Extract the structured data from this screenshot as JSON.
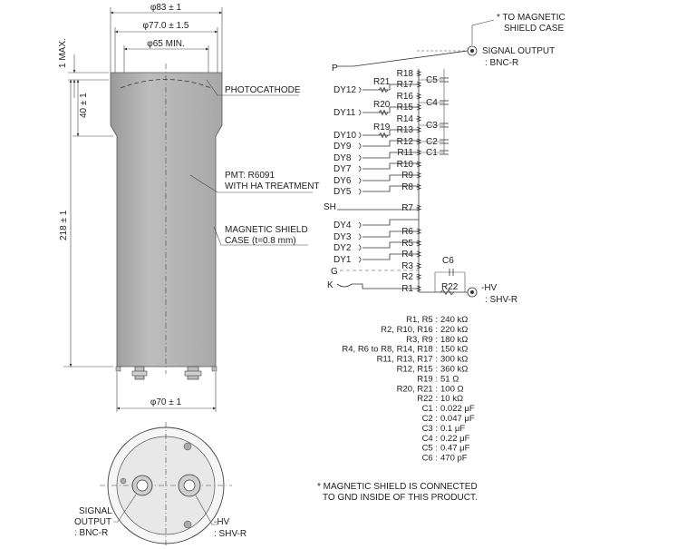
{
  "dimensions": {
    "outer_diameter": "φ83 ± 1",
    "inner_diameter": "φ77.0 ± 1.5",
    "photocathode_diameter": "φ65 MIN.",
    "top_margin": "1 MAX.",
    "head_length": "40 ± 1",
    "total_length": "218 ± 1",
    "base_diameter": "φ70 ± 1"
  },
  "callouts": {
    "photocathode": "PHOTOCATHODE",
    "pmt_line1": "PMT: R6091",
    "pmt_line2": "WITH HA TREATMENT",
    "shield_line1": "MAGNETIC SHIELD",
    "shield_line2": "CASE (t=0.8 mm)"
  },
  "bottom_view": {
    "signal_line1": "SIGNAL",
    "signal_line2": "OUTPUT",
    "signal_line3": ": BNC-R",
    "hv_line1": "-HV",
    "hv_line2": ": SHV-R"
  },
  "circuit": {
    "top_note_line1": "* TO MAGNETIC",
    "top_note_line2": "SHIELD CASE",
    "signal_output_line1": "SIGNAL OUTPUT",
    "signal_output_line2": ": BNC-R",
    "hv_line1": "-HV",
    "hv_line2": ": SHV-R",
    "p": "P",
    "sh": "SH",
    "g": "G",
    "k": "K",
    "dynodes": [
      "DY12",
      "DY11",
      "DY10",
      "DY9",
      "DY8",
      "DY7",
      "DY6",
      "DY5",
      "DY4",
      "DY3",
      "DY2",
      "DY1"
    ],
    "chain_resistors": [
      "R18",
      "R17",
      "R16",
      "R15",
      "R14",
      "R13",
      "R12",
      "R11",
      "R10",
      "R9",
      "R8",
      "R7",
      "R6",
      "R5",
      "R4",
      "R3",
      "R2",
      "R1"
    ],
    "damping_resistors": [
      "R21",
      "R20",
      "R19"
    ],
    "capacitors": [
      "C5",
      "C4",
      "C3",
      "C2",
      "C1"
    ],
    "c6": "C6",
    "r22": "R22"
  },
  "component_values": [
    {
      "ref": "R1, R5",
      "value": "240 kΩ"
    },
    {
      "ref": "R2, R10, R16",
      "value": "220 kΩ"
    },
    {
      "ref": "R3, R9",
      "value": "180 kΩ"
    },
    {
      "ref": "R4, R6 to R8, R14, R18",
      "value": "150 kΩ"
    },
    {
      "ref": "R11, R13, R17",
      "value": "300 kΩ"
    },
    {
      "ref": "R12, R15",
      "value": "360 kΩ"
    },
    {
      "ref": "R19",
      "value": "51 Ω"
    },
    {
      "ref": "R20, R21",
      "value": "100 Ω"
    },
    {
      "ref": "R22",
      "value": "10 kΩ"
    },
    {
      "ref": "C1",
      "value": "0.022 μF"
    },
    {
      "ref": "C2",
      "value": "0.047 μF"
    },
    {
      "ref": "C3",
      "value": "0.1 μF"
    },
    {
      "ref": "C4",
      "value": "0.22 μF"
    },
    {
      "ref": "C5",
      "value": "0.47 μF"
    },
    {
      "ref": "C6",
      "value": "470 pF"
    }
  ],
  "footnote_line1": "* MAGNETIC SHIELD IS CONNECTED",
  "footnote_line2": "TO GND INSIDE OF THIS PRODUCT."
}
